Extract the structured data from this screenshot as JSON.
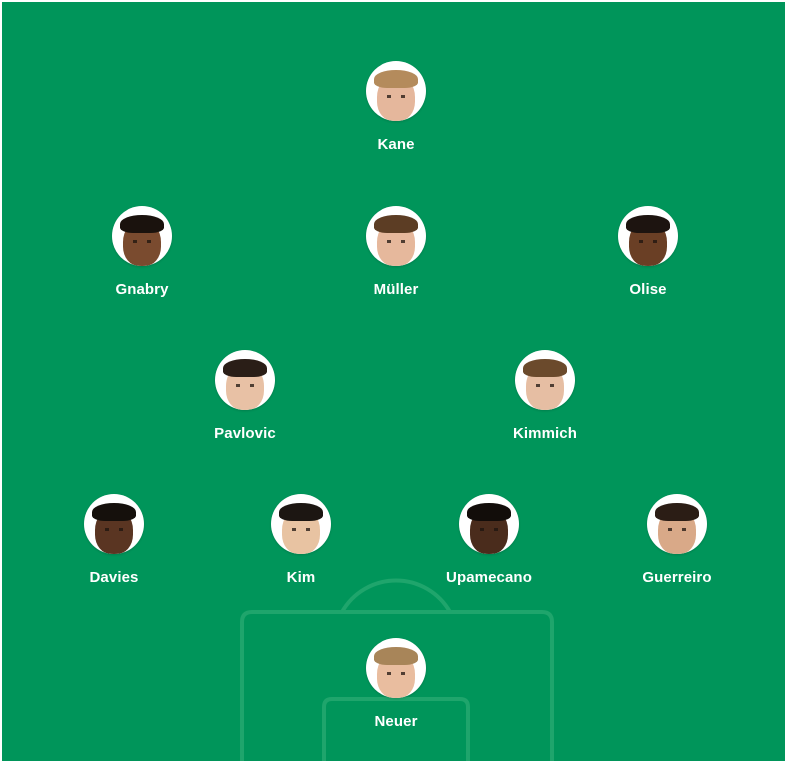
{
  "colors": {
    "pitch": "#00955a",
    "pitch_lines": "#1fa56c",
    "name_text": "#ffffff",
    "avatar_ring": "#ffffff"
  },
  "players": [
    {
      "name": "Kane",
      "photo": "player-photo",
      "skin": "#e5b79c",
      "hair": "#b48b5c"
    },
    {
      "name": "Gnabry",
      "photo": "player-photo",
      "skin": "#7a4b2f",
      "hair": "#1a120d"
    },
    {
      "name": "Müller",
      "photo": "player-photo",
      "skin": "#e6b89c",
      "hair": "#5c3d24"
    },
    {
      "name": "Olise",
      "photo": "player-photo",
      "skin": "#6a3f25",
      "hair": "#1d1410"
    },
    {
      "name": "Pavlovic",
      "photo": "player-photo",
      "skin": "#e8c1a5",
      "hair": "#2a1e17"
    },
    {
      "name": "Kimmich",
      "photo": "player-photo",
      "skin": "#e6bea3",
      "hair": "#6b4a2c"
    },
    {
      "name": "Davies",
      "photo": "player-photo",
      "skin": "#5a3522",
      "hair": "#15100c"
    },
    {
      "name": "Kim",
      "photo": "player-photo",
      "skin": "#e8c3a2",
      "hair": "#1c1612"
    },
    {
      "name": "Upamecano",
      "photo": "player-photo",
      "skin": "#4a2c1c",
      "hair": "#120d0a"
    },
    {
      "name": "Guerreiro",
      "photo": "player-photo",
      "skin": "#d9a988",
      "hair": "#2b1d15"
    },
    {
      "name": "Neuer",
      "photo": "player-photo",
      "skin": "#e9bd9f",
      "hair": "#a88559"
    }
  ]
}
